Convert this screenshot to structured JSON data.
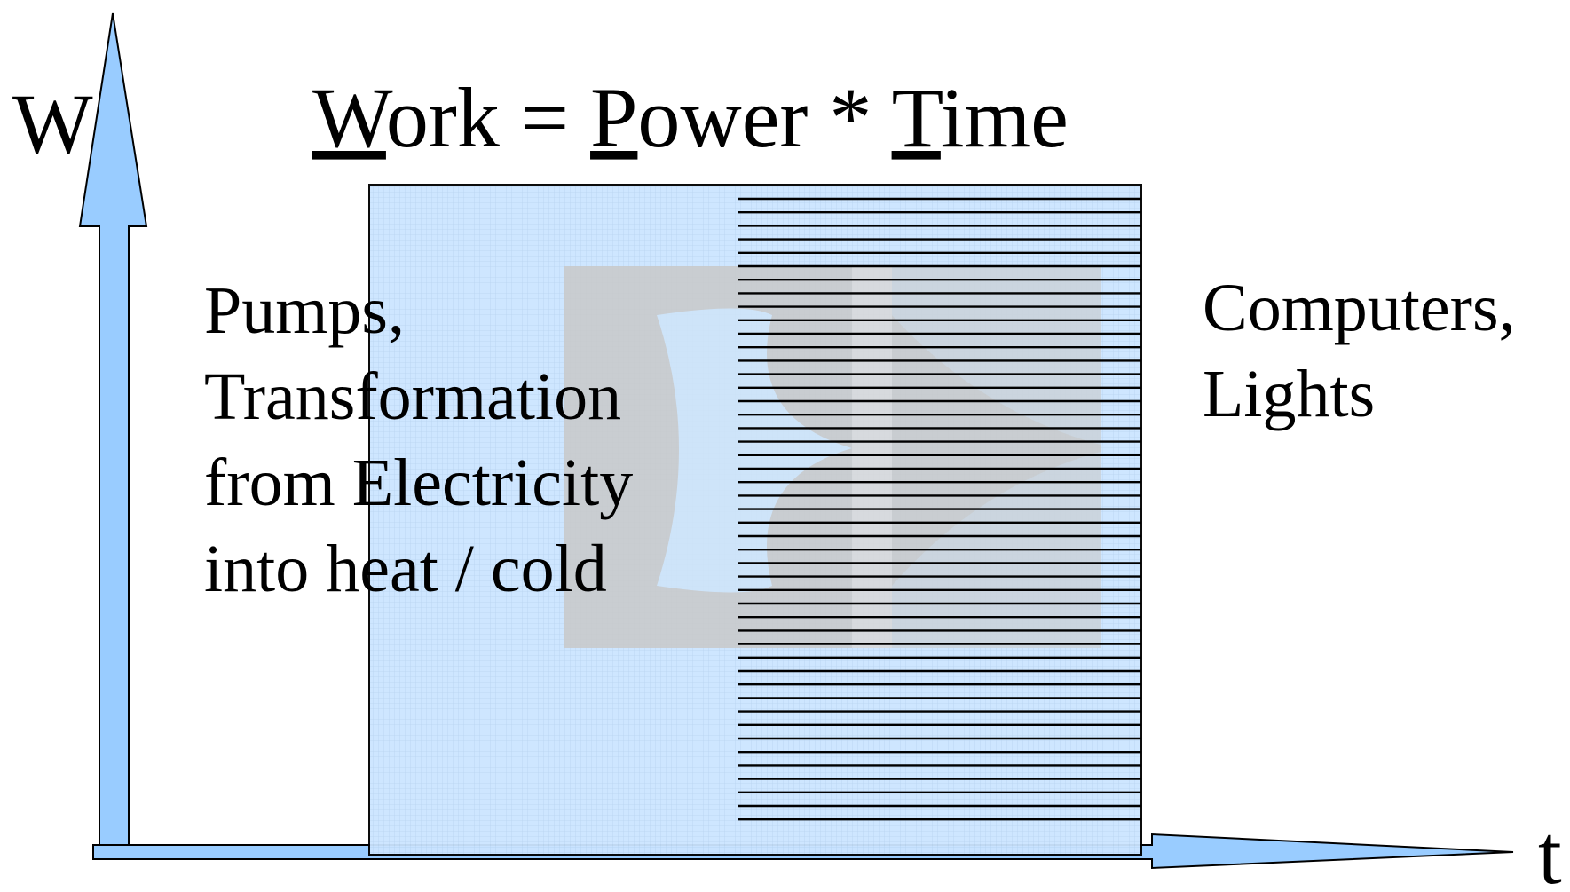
{
  "axes": {
    "y_label": "W",
    "x_label": "t"
  },
  "title": {
    "parts": [
      {
        "text": "W",
        "underline": true
      },
      {
        "text": "ork = ",
        "underline": false
      },
      {
        "text": "P",
        "underline": true
      },
      {
        "text": "ower * ",
        "underline": false
      },
      {
        "text": "T",
        "underline": true
      },
      {
        "text": "ime",
        "underline": false
      }
    ]
  },
  "left_label_lines": [
    "Pumps,",
    "Transformation",
    "from Electricity",
    "into heat / cold"
  ],
  "right_label_lines": [
    "Computers,",
    "Lights"
  ],
  "colors": {
    "arrow_fill": "#99ccff",
    "box_fill": "#cce5ff",
    "watermark": "#c9c9c9",
    "hatch_line": "#000000"
  },
  "icons": {
    "watermark": "hourglass-watermark-icon"
  }
}
